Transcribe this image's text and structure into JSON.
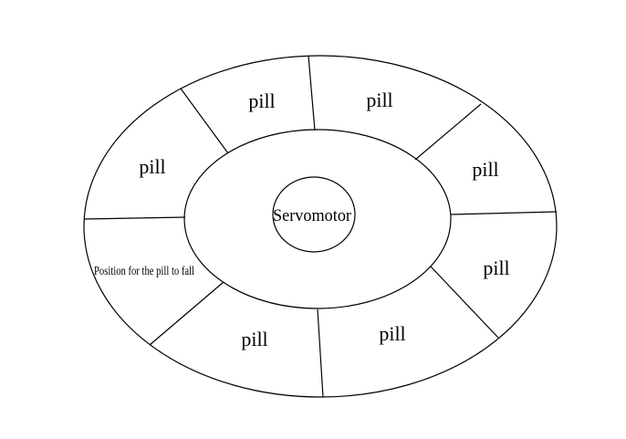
{
  "diagram": {
    "center_label": "Servomotor",
    "compartments": [
      {
        "label": "pill"
      },
      {
        "label": "pill"
      },
      {
        "label": "pill"
      },
      {
        "label": "pill"
      },
      {
        "label": "pill"
      },
      {
        "label": "pill"
      },
      {
        "label": "pill"
      },
      {
        "label": "Position for the pill to fall"
      }
    ]
  }
}
